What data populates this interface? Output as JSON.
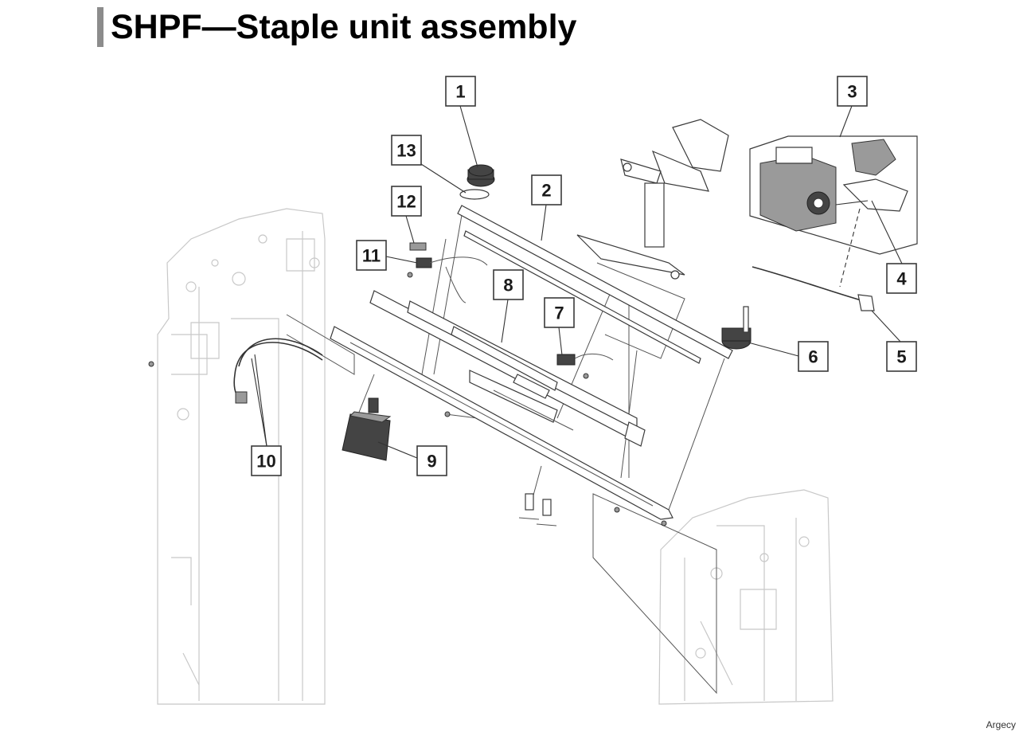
{
  "page": {
    "title": "SHPF—Staple unit assembly",
    "watermark": "Argecy"
  },
  "diagram": {
    "callouts": [
      {
        "label": "1"
      },
      {
        "label": "2"
      },
      {
        "label": "3"
      },
      {
        "label": "4"
      },
      {
        "label": "5"
      },
      {
        "label": "6"
      },
      {
        "label": "7"
      },
      {
        "label": "8"
      },
      {
        "label": "9"
      },
      {
        "label": "10"
      },
      {
        "label": "11"
      },
      {
        "label": "12"
      },
      {
        "label": "13"
      }
    ]
  }
}
